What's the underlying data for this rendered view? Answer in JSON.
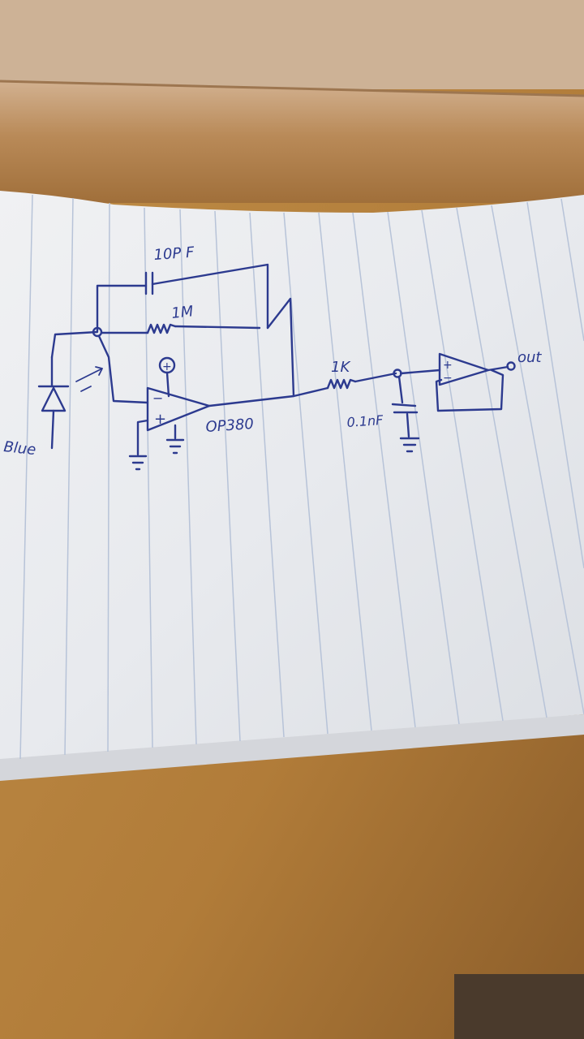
{
  "labels": {
    "capacitor_feedback": "10P F",
    "resistor_feedback": "1M",
    "opamp_model": "OP380",
    "opamp_plus_sign": "+",
    "opamp_minus_sign": "−",
    "supply_symbol": "+",
    "resistor_filter": "1K",
    "capacitor_filter": "0.1nF",
    "buffer_plus_sign": "+",
    "buffer_minus_sign": "−",
    "output": "out",
    "photodiode": "Blue"
  },
  "colors": {
    "ink": "#2c3a8f",
    "paper": "#eceef0",
    "paper_line": "#b7c3d8",
    "wood": "#b98a4e"
  }
}
